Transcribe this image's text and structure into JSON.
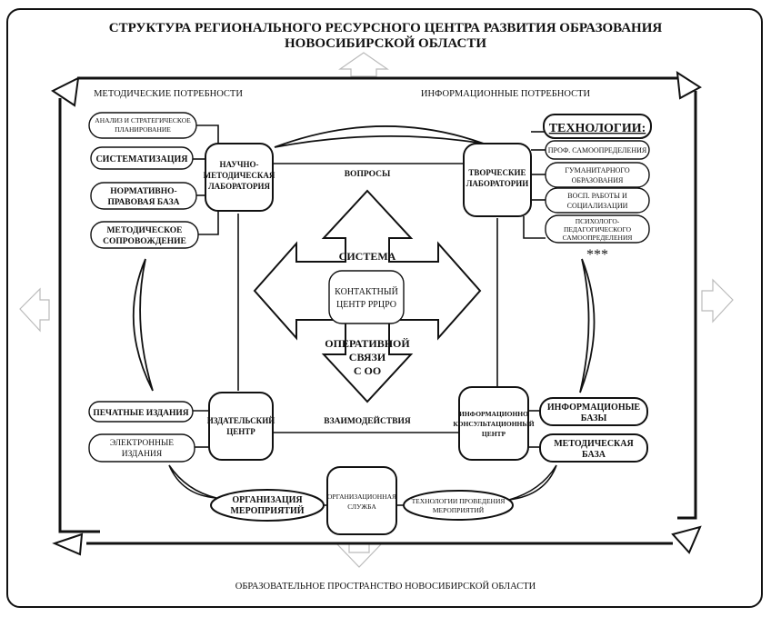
{
  "title": {
    "line1": "СТРУКТУРА РЕГИОНАЛЬНОГО РЕСУРСНОГО ЦЕНТРА РАЗВИТИЯ ОБРАЗОВАНИЯ",
    "line2": "НОВОСИБИРСКОЙ ОБЛАСТИ"
  },
  "corner_labels": {
    "methodical_needs": "МЕТОДИЧЕСКИЕ ПОТРЕБНОСТИ",
    "information_needs": "ИНФОРМАЦИОННЫЕ ПОТРЕБНОСТИ",
    "educational_space": "ОБРАЗОВАТЕЛЬНОЕ ПРОСТРАНСТВО НОВОСИБИРСКОЙ ОБЛАСТИ"
  },
  "left_items": [
    {
      "line1": "АНАЛИЗ И СТРАТЕГИЧЕСКОЕ",
      "line2": "ПЛАНИРОВАНИЕ"
    },
    {
      "line1": "СИСТЕМАТИЗАЦИЯ",
      "line2": ""
    },
    {
      "line1": "НОРМАТИВНО-",
      "line2": "ПРАВОВАЯ БАЗА"
    },
    {
      "line1": "МЕТОДИЧЕСКОЕ",
      "line2": "СОПРОВОЖДЕНИЕ"
    }
  ],
  "nodes": {
    "science_lab": {
      "line1": "НАУЧНО-",
      "line2": "МЕТОДИЧЕСКАЯ",
      "line3": "ЛАБОРАТОРИЯ"
    },
    "creative_labs": {
      "line1": "ТВОРЧЕСКИЕ",
      "line2": "ЛАБОРАТОРИИ"
    },
    "publishing": {
      "line1": "ИЗДАТЕЛЬСКИЙ",
      "line2": "ЦЕНТР"
    },
    "info_consult": {
      "line1": "ИНФОРМАЦИОННО",
      "line2": "КОНСУЛЬТАЦИОННЫЙ",
      "line3": "ЦЕНТР"
    },
    "org_service": {
      "line1": "ОРГАНИЗАЦИОННАЯ",
      "line2": "СЛУЖБА"
    }
  },
  "technologies": {
    "heading": "ТЕХНОЛОГИИ:",
    "items": [
      {
        "line1": "ПРОФ. САМООПРЕДЕЛЕНИЯ",
        "line2": "",
        "line3": ""
      },
      {
        "line1": "ГУМАНИТАРНОГО",
        "line2": "ОБРАЗОВАНИЯ",
        "line3": ""
      },
      {
        "line1": "ВОСП. РАБОТЫ И",
        "line2": "СОЦИАЛИЗАЦИИ",
        "line3": ""
      },
      {
        "line1": "ПСИХОЛОГО-",
        "line2": "ПЕДАГОГИЧЕСКОГО",
        "line3": "САМООПРЕДЕЛЕНИЯ"
      }
    ],
    "more": "***"
  },
  "center": {
    "top_word": "ВОПРОСЫ",
    "system_word": "СИСТЕМА",
    "contact_line1": "КОНТАКТНЫЙ",
    "contact_line2": "ЦЕНТР РРЦРО",
    "op_line1": "ОПЕРАТИВНОЙ",
    "op_line2": "СВЯЗИ",
    "op_line3": "С ОО",
    "bottom_word": "ВЗАИМОДЕЙСТВИЯ"
  },
  "publishing_items": [
    {
      "line1": "ПЕЧАТНЫЕ ИЗДАНИЯ",
      "line2": ""
    },
    {
      "line1": "ЭЛЕКТРОННЫЕ",
      "line2": "ИЗДАНИЯ"
    }
  ],
  "info_items": [
    {
      "line1": "ИНФОРМАЦИОНЫЕ",
      "line2": "БАЗЫ"
    },
    {
      "line1": "МЕТОДИЧЕСКАЯ",
      "line2": "БАЗА"
    }
  ],
  "bottom_items": {
    "events_line1": "ОРГАНИЗАЦИЯ",
    "events_line2": "МЕРОПРИЯТИЙ",
    "tech_line1": "ТЕХНОЛОГИИ ПРОВЕДЕНИЯ",
    "tech_line2": "МЕРОПРИЯТИЙ"
  }
}
